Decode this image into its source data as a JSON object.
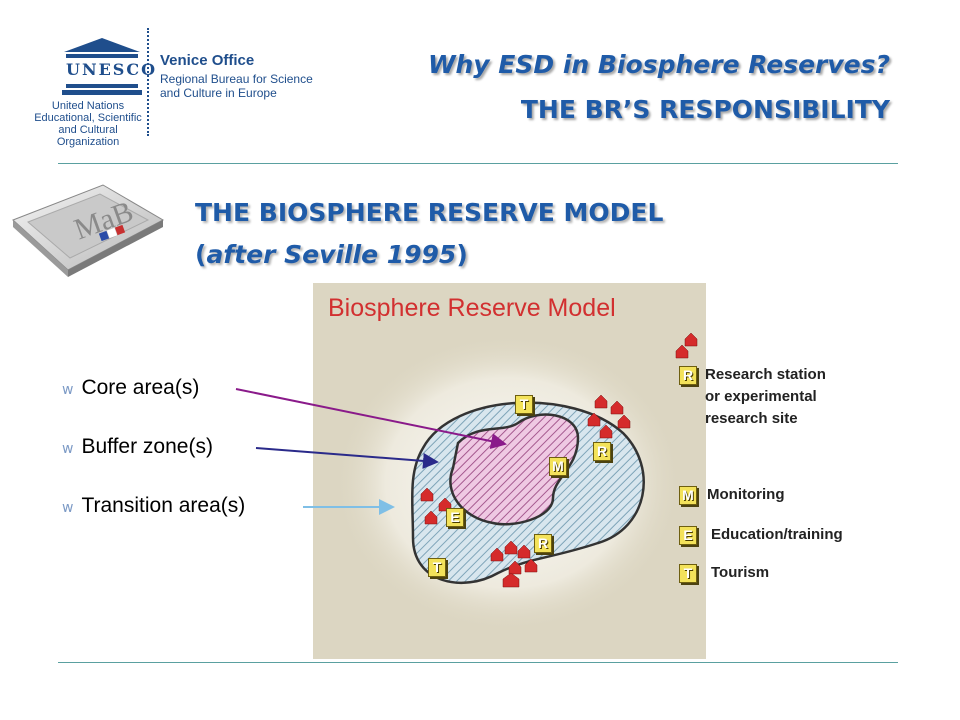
{
  "header": {
    "venice_title": "Venice Office",
    "venice_sub": "Regional Bureau for Science and Culture in Europe",
    "unesco_word": "UNESCO",
    "unesco_caption": "United Nations Educational, Scientific and Cultural Organization",
    "title_line1": "Why ESD in Biosphere Reserves?",
    "title_line2": "THE BR’S RESPONSIBILITY"
  },
  "section": {
    "heading": "THE BIOSPHERE RESERVE MODEL",
    "sub_open": "(",
    "sub_italic": "after Seville 1995",
    "sub_close": ")"
  },
  "bullets": [
    {
      "mark": "w",
      "text": "Core area(s)"
    },
    {
      "mark": "w",
      "text": "Buffer zone(s)"
    },
    {
      "mark": "w",
      "text": "Transition area(s)"
    }
  ],
  "diagram": {
    "title": "Biosphere Reserve Model",
    "mab_logo_text": "MaB",
    "legend": [
      {
        "code": "R",
        "lines": [
          "Research station",
          "or experimental",
          "research site"
        ]
      },
      {
        "code": "M",
        "lines": [
          "Monitoring"
        ]
      },
      {
        "code": "E",
        "lines": [
          "Education/training"
        ]
      },
      {
        "code": "T",
        "lines": [
          "Tourism"
        ]
      }
    ],
    "map_badges": [
      "T",
      "R",
      "M",
      "E",
      "R",
      "T"
    ]
  },
  "colors": {
    "title_blue": "#1f5ba8",
    "unesco_blue": "#1f4e8c",
    "panel_bg": "#dcd6c2",
    "core_fill": "#e6b8d8",
    "house_red": "#d52b2b",
    "arrow_core": "#8a1a8a",
    "arrow_buffer": "#2a2a8a",
    "arrow_transition": "#7fbfe6"
  }
}
